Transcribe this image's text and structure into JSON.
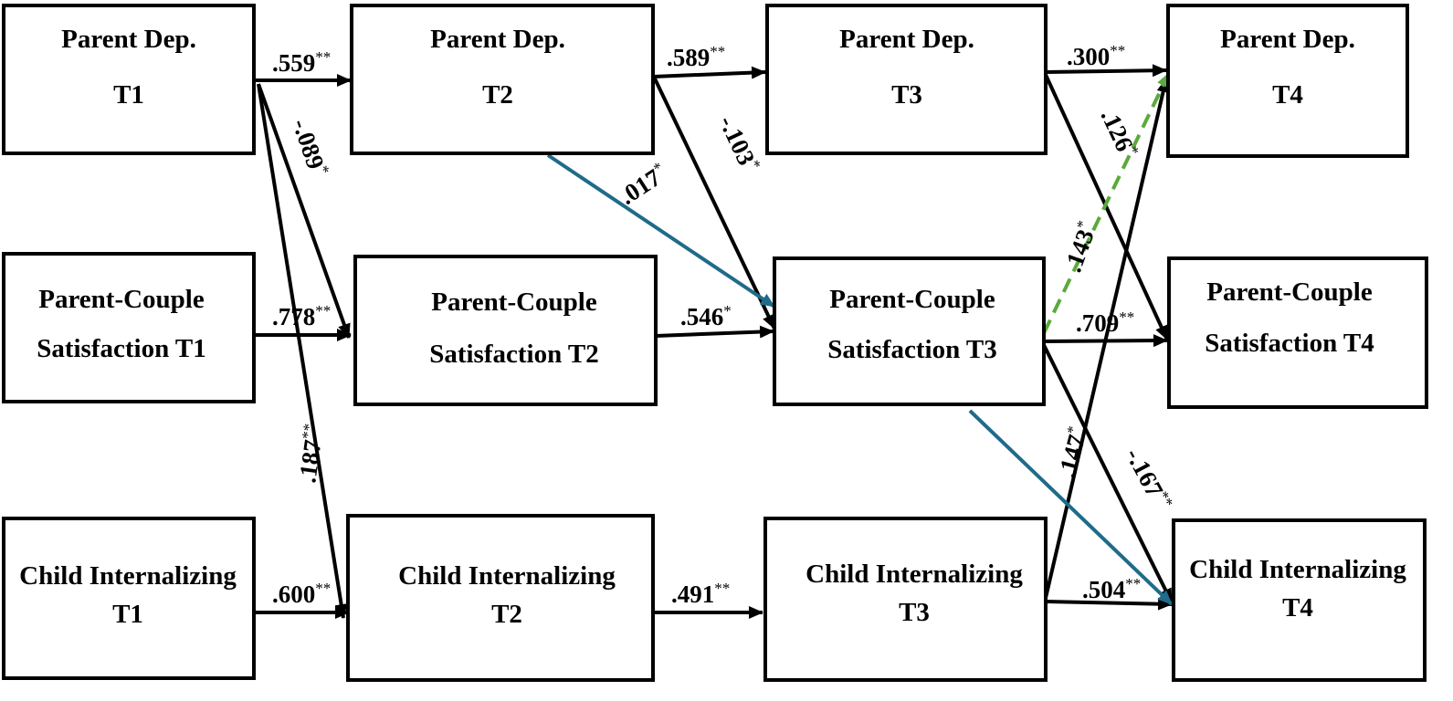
{
  "nodes": {
    "pd1": {
      "line1": "Parent Dep.",
      "line2": "T1"
    },
    "pd2": {
      "line1": "Parent Dep.",
      "line2": "T2"
    },
    "pd3": {
      "line1": "Parent Dep.",
      "line2": "T3"
    },
    "pd4": {
      "line1": "Parent Dep.",
      "line2": "T4"
    },
    "ps1": {
      "line1": "Parent-Couple",
      "line2": "Satisfaction T1"
    },
    "ps2": {
      "line1": "Parent-Couple",
      "line2": "Satisfaction T2"
    },
    "ps3": {
      "line1": "Parent-Couple",
      "line2": "Satisfaction T3"
    },
    "ps4": {
      "line1": "Parent-Couple",
      "line2": "Satisfaction T4"
    },
    "ci1": {
      "line1": "Child Internalizing",
      "line2": "T1"
    },
    "ci2": {
      "line1": "Child Internalizing",
      "line2": "T2"
    },
    "ci3": {
      "line1": "Child Internalizing",
      "line2": "T3"
    },
    "ci4": {
      "line1": "Child Internalizing",
      "line2": "T4"
    }
  },
  "paths": {
    "pd1_pd2": {
      "value": ".559",
      "sig": "**"
    },
    "pd2_pd3": {
      "value": ".589",
      "sig": "**"
    },
    "pd3_pd4": {
      "value": ".300",
      "sig": "**"
    },
    "ps1_ps2": {
      "value": ".778",
      "sig": "**"
    },
    "ps2_ps3": {
      "value": ".546",
      "sig": "*"
    },
    "ps3_ps4": {
      "value": ".709",
      "sig": "**"
    },
    "ci1_ci2": {
      "value": ".600",
      "sig": "**"
    },
    "ci2_ci3": {
      "value": ".491",
      "sig": "**"
    },
    "ci3_ci4": {
      "value": ".504",
      "sig": "**"
    },
    "pd1_ps2": {
      "value": "-.089",
      "sig": "*"
    },
    "pd1_ci2": {
      "value": ".187",
      "sig": "**"
    },
    "pd2_ps3": {
      "value": "-.103",
      "sig": "*"
    },
    "pd3_ci4": {
      "value": ".126",
      "sig": "*"
    },
    "ps3_pd4": {
      "value": ".143",
      "sig": "*"
    },
    "ci3_pd4": {
      "value": ".147",
      "sig": "*"
    },
    "ps3_ci4": {
      "value": "-.167",
      "sig": "**"
    },
    "pd2_ps3_indirect": {
      "value": ".017",
      "sig": "*"
    }
  },
  "colors": {
    "black": "#000000",
    "indirect_blue": "#1f6b8a",
    "dashed_green": "#5aaa3c"
  }
}
